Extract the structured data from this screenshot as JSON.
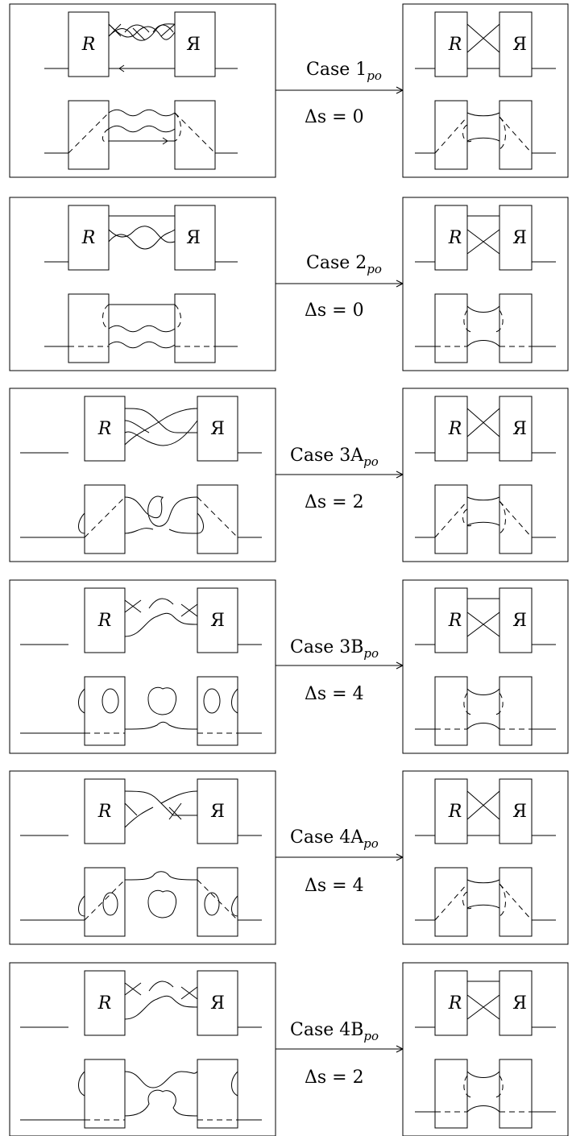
{
  "labels": {
    "R": "R",
    "R_mirror": "Я"
  },
  "cases": [
    {
      "id": "1",
      "case_label": "Case 1",
      "subscript": "po",
      "delta_label": "Δs = 0"
    },
    {
      "id": "2",
      "case_label": "Case 2",
      "subscript": "po",
      "delta_label": "Δs = 0"
    },
    {
      "id": "3A",
      "case_label": "Case 3A",
      "subscript": "po",
      "delta_label": "Δs = 2"
    },
    {
      "id": "3B",
      "case_label": "Case 3B",
      "subscript": "po",
      "delta_label": "Δs = 4"
    },
    {
      "id": "4A",
      "case_label": "Case 4A",
      "subscript": "po",
      "delta_label": "Δs = 4"
    },
    {
      "id": "4B",
      "case_label": "Case 4B",
      "subscript": "po",
      "delta_label": "Δs = 2"
    }
  ]
}
